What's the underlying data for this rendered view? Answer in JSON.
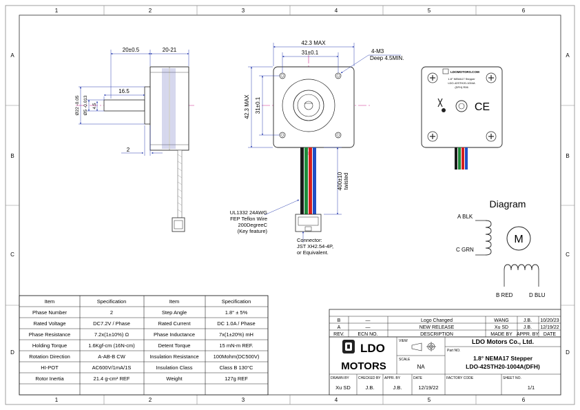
{
  "grid": {
    "cols": [
      "1",
      "2",
      "3",
      "4",
      "5",
      "6"
    ],
    "rows": [
      "A",
      "B",
      "C",
      "D"
    ]
  },
  "side_view": {
    "dim_top_left": "20±0.5",
    "dim_top_right": "20-21",
    "dim_shaft": "16.5",
    "dim_flange": "2",
    "dia_boss": "Ø22 -0.05",
    "dia_shaft": "Ø5 -0.013",
    "dim_flat": "4.5"
  },
  "front_view": {
    "dim_width": "42.3 MAX",
    "dim_holes": "31±0.1",
    "dim_height": "42.3 MAX",
    "dim_holes_v": "31±0.1",
    "screw_label": "4-M3",
    "screw_depth": "Deep 4.5MIN.",
    "wire_length": "400±10",
    "wire_twisted": "twisted",
    "wire_note": [
      "UL1332 24AWG",
      "FEP Teflon Wire",
      "200DegreeC",
      "(Key feature)"
    ],
    "connector_note": [
      "Connector:",
      "JST XH2.54-4P,",
      "or Equivalent."
    ]
  },
  "back_view": {
    "logo_text": "LDOMOTORS.COM",
    "label_lines": [
      "1.8° NEMA17 Stepper",
      "LDO-42STH20-1004A",
      "(DFH) R06"
    ],
    "ce_mark": "CE"
  },
  "diagram": {
    "title": "Diagram",
    "motor_symbol": "M",
    "a_blk": "A BLK",
    "c_grn": "C GRN",
    "b_red": "B RED",
    "d_blu": "D BLU"
  },
  "spec_table": {
    "headers": [
      "Item",
      "Specification",
      "Item",
      "Specification"
    ],
    "rows": [
      [
        "Phase Number",
        "2",
        "Step Angle",
        "1.8° ± 5%"
      ],
      [
        "Rated Voltage",
        "DC7.2V / Phase",
        "Rated Current",
        "DC 1.0A / Phase"
      ],
      [
        "Phase Resistance",
        "7.2x(1±10%) Ω",
        "Phase Inductance",
        "7x(1±20%) mH"
      ],
      [
        "Holding Torque",
        "1.6Kgf-cm (16N-cm)",
        "Detent Torque",
        "15 mN-m REF."
      ],
      [
        "Rotation Direction",
        "A-AB-B CW",
        "Insulation Resistance",
        "100Mohm(DC500V)"
      ],
      [
        "HI-POT",
        "AC600V/1mA/1S",
        "Insulation Class",
        "Class B 130°C"
      ],
      [
        "Rotor Inertia",
        "21.4 g-cm² REF",
        "Weight",
        "127g REF"
      ]
    ]
  },
  "revisions": {
    "rows": [
      [
        "B",
        "—",
        "Logo Changed",
        "WANG",
        "J.B.",
        "10/20/23"
      ],
      [
        "A",
        "—",
        "NEW RELEASE",
        "Xu SD",
        "J.B.",
        "12/19/22"
      ]
    ],
    "headers": [
      "REV.",
      "ECN NO.",
      "DESCRIPTION",
      "MADE BY",
      "APPR. BY",
      "DATE"
    ]
  },
  "title_block": {
    "logo_top": "LDO",
    "logo_bottom": "MOTORS",
    "view_label": "VIEW",
    "scale_label": "SCALE",
    "scale_value": "NA",
    "company": "LDO Motors Co., Ltd.",
    "part_no_label": "Part NO.",
    "part_line1": "1.8° NEMA17 Stepper",
    "part_line2": "LDO-42STH20-1004A(DFH)",
    "drawn_by_label": "DRAWN BY",
    "drawn_by": "Xu SD",
    "checked_by_label": "CHECKED BY",
    "checked_by": "J.B.",
    "appr_by_label": "APPR. BY",
    "appr_by": "J.B.",
    "date_label": "DATE",
    "date": "12/19/22",
    "factory_code_label": "FACTORY CODE",
    "factory_code": "",
    "sheet_no_label": "SHEET NO.",
    "sheet_no": "1/1"
  },
  "colors": {
    "wire_black": "#1a1a1a",
    "wire_green": "#1e8a3a",
    "wire_red": "#d42020",
    "wire_blue": "#1f4fc4",
    "centerline": "#d0208c",
    "dimension": "#2b3fb0"
  }
}
